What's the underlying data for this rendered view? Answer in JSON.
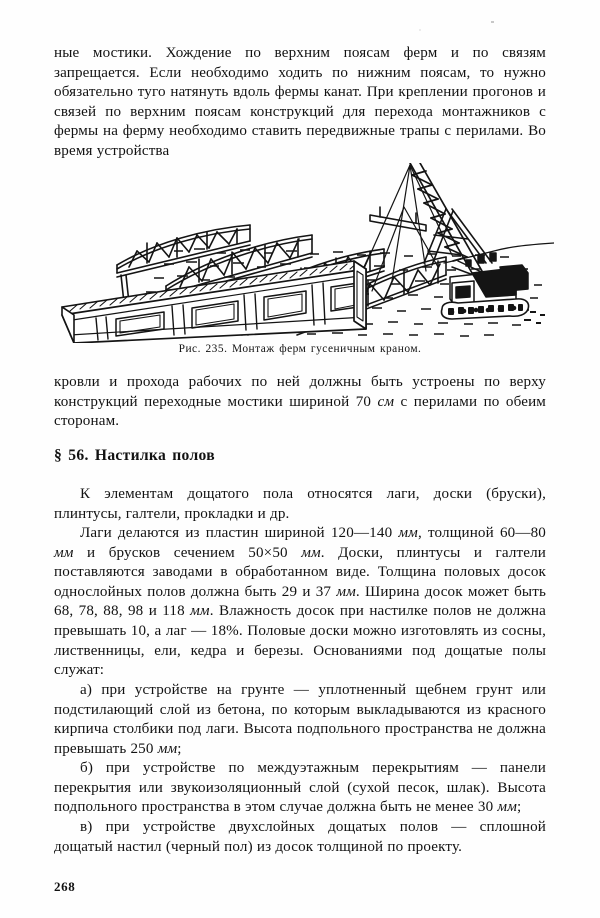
{
  "document": {
    "language": "ru",
    "page_number": "268",
    "ink_color": "#121212",
    "paper_color": "#fefefe"
  },
  "text": {
    "para_top": {
      "run_1": "ные мостики. Хождение по верхним поясам ферм и по связям запрещается. Если необходимо ходить по нижним поясам, то нужно обязательно туго натянуть вдоль фермы канат. При креплении прогонов и связей по верхним поясам конструкций для перехода монтажников с фермы на ферму необходимо ставить передвижные трапы с перилами. Во время устройства"
    },
    "para_after_fig": {
      "run_1": "кровли и прохода рабочих по ней должны быть устроены по верху конструкций переходные мостики шириной 70 ",
      "unit_1": "см",
      "run_2": " с перилами по обеим сторонам."
    },
    "heading": "§ 56.  Настилка полов",
    "para_1": "К элементам дощатого пола относятся лаги, доски (бруски), плинтусы, галтели, прокладки и др.",
    "para_2": {
      "run_1": "Лаги делаются из пластин шириной 120—140 ",
      "unit_1": "мм",
      "run_2": ", толщиной 60—80 ",
      "unit_2": "мм",
      "run_3": " и брусков сечением 50×50 ",
      "unit_3": "мм",
      "run_4": ". Доски, плинтусы и галтели поставляются заводами в обработанном виде. Толщина половых досок однослойных полов должна быть 29 и 37 ",
      "unit_4": "мм",
      "run_5": ". Ширина досок может быть 68, 78, 88, 98 и 118 ",
      "unit_5": "мм",
      "run_6": ". Влажность досок при настилке полов не должна превышать 10, а лаг — 18%. Половые доски можно изготовлять из сосны, лиственницы, ели, кедра и березы. Основаниями под дощатые полы служат:"
    },
    "para_a": {
      "run_1": "а) при устройстве на грунте — уплотненный щебнем грунт или подстилающий слой из бетона, по которым выкладываются из красного кирпича столбики под лаги. Высота подпольного пространства не должна превышать 250 ",
      "unit_1": "мм",
      "run_2": ";"
    },
    "para_b": {
      "run_1": "б) при устройстве по междуэтажным перекрытиям — панели перекрытия или звукоизоляционный слой (сухой песок, шлак). Высота подпольного пространства в этом случае должна быть не менее 30 ",
      "unit_1": "мм",
      "run_2": ";"
    },
    "para_v": "в) при устройстве двухслойных дощатых полов — сплошной дощатый настил (черный пол) из досок толщиной по проекту."
  },
  "figure": {
    "number": "Рис. 235.",
    "caption": "Рис. 235. Монтаж ферм гусеничным краном.",
    "caption_title": "Монтаж ферм гусеничным краном.",
    "description": "Line drawing: crawler crane erecting steel roof trusses onto a building wall",
    "elements": [
      "roof-trusses",
      "building-wall-panels",
      "crawler-crane",
      "lattice-boom",
      "hoist-cables",
      "ground-hatching"
    ]
  }
}
